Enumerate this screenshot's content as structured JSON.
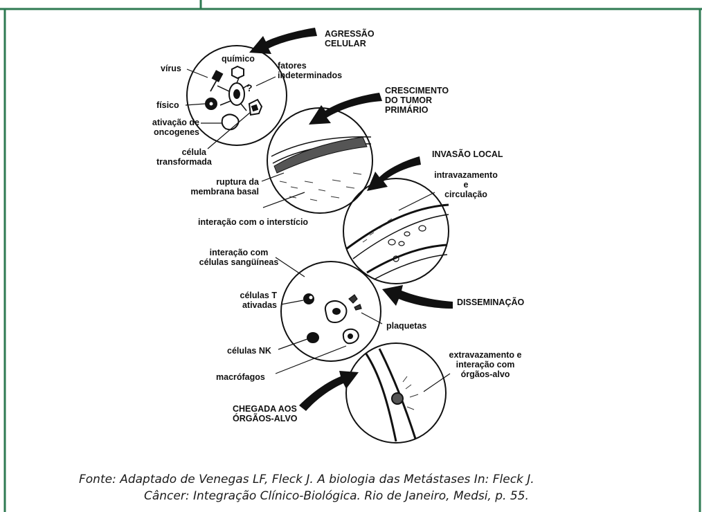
{
  "colors": {
    "frame": "#2e7a52",
    "ink": "#111111",
    "caption": "#1b1b1b"
  },
  "stages": {
    "agressao": "AGRESSÃO\nCELULAR",
    "crescimento": "CRESCIMENTO\nDO TUMOR\nPRIMÁRIO",
    "invasao": "INVASÃO LOCAL",
    "disseminacao": "DISSEMINAÇÃO",
    "chegada": "CHEGADA AOS\nÓRGÃOS-ALVO"
  },
  "labels": {
    "quimico": "químico",
    "virus": "vírus",
    "fatores": "fatores\nindeterminados",
    "fisico": "físico",
    "ativacao": "ativação de\noncogenes",
    "celula": "célula\ntransformada",
    "ruptura": "ruptura da\nmembrana basal",
    "interacao_interst": "interação com o interstício",
    "intravazamento": "intravazamento\ne\ncirculação",
    "interacao_sang": "interação com\ncélulas sangüíneas",
    "celulas_t": "células T\nativadas",
    "plaquetas": "plaquetas",
    "celulas_nk": "células NK",
    "macrofagos": "macrófagos",
    "extravazamento": "extravazamento e\ninteração com\nórgãos-alvo",
    "question_mark": "?"
  },
  "caption": {
    "line1": "Fonte: Adaptado de Venegas LF, Fleck J. A biologia das Metástases In: Fleck J.",
    "line2": "Câncer: Integração Clínico-Biológica. Rio de Janeiro, Medsi, p. 55."
  }
}
